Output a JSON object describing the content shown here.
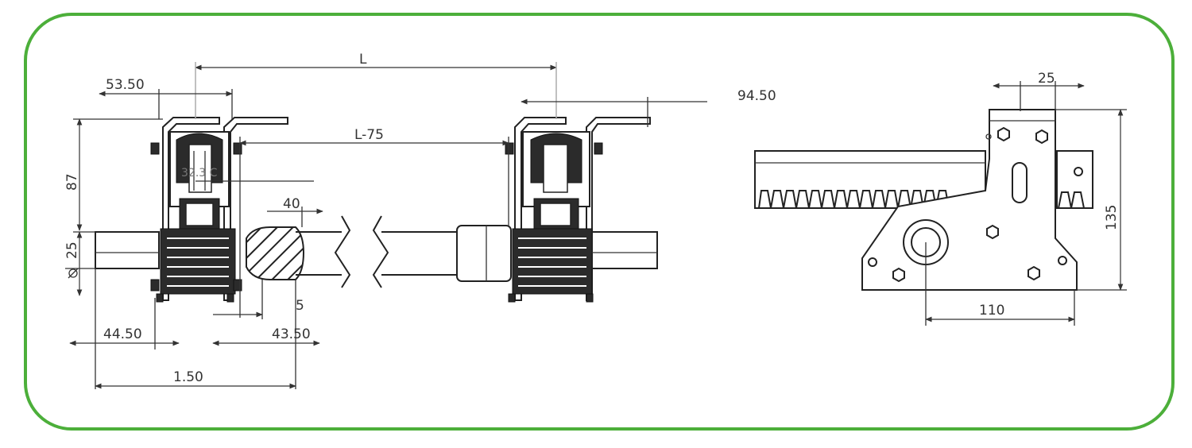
{
  "dimensions": {
    "L": "L",
    "L_minus_75": "L-75",
    "d53_50": "53.50",
    "d94_50": "94.50",
    "d87": "87",
    "d25_dia": "25",
    "d40": "40",
    "d5": "5",
    "d44_50": "44.50",
    "d43_50": "43.50",
    "d150": "1.50",
    "d25_top": "25",
    "d135": "135",
    "d110": "110",
    "label_partial": "32.3 C"
  },
  "colors": {
    "frame_border": "#4caf3a",
    "line": "#222222"
  }
}
